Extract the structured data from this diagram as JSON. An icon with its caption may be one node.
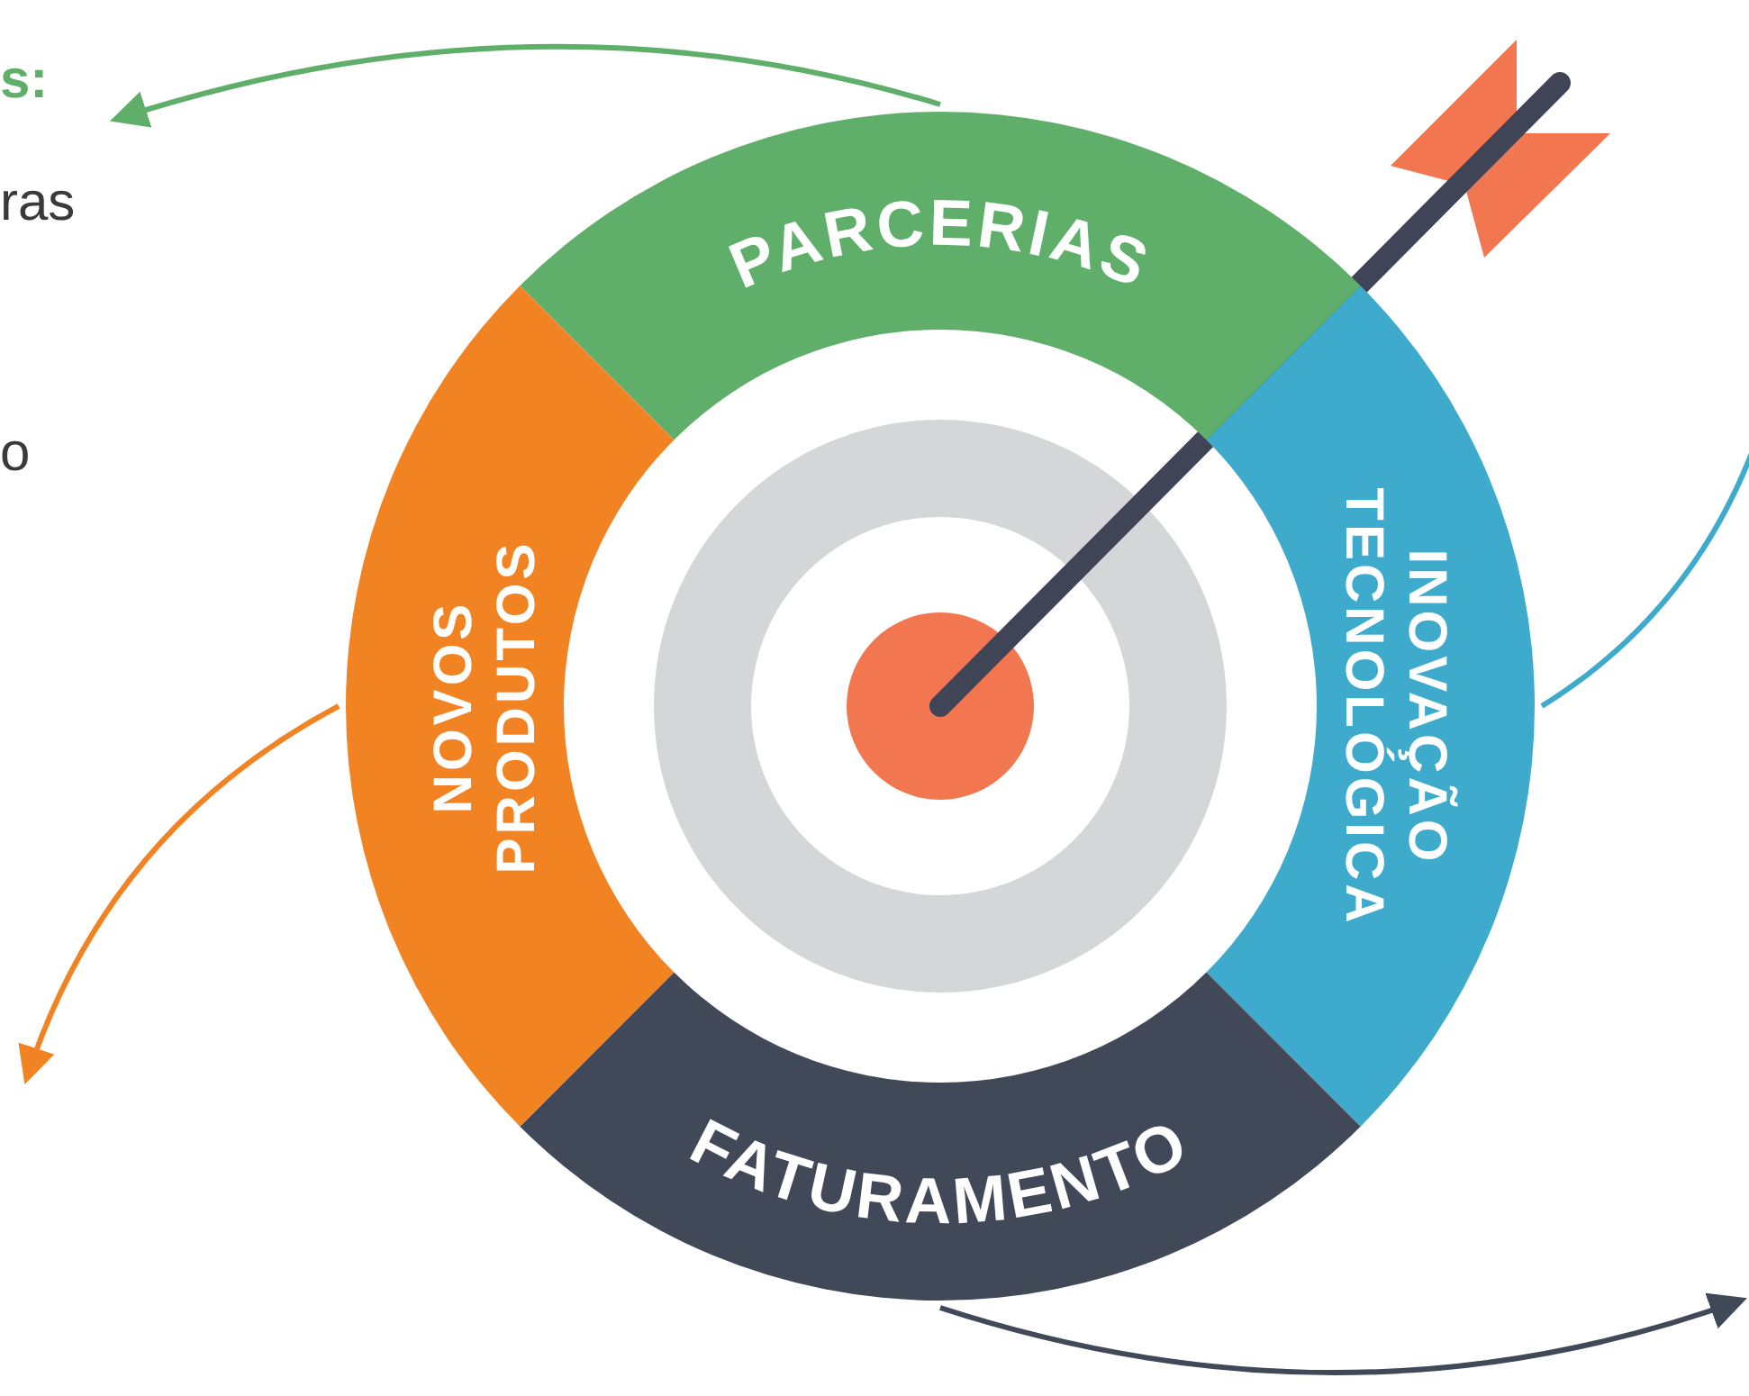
{
  "diagram": {
    "nodes": [
      {
        "text": [
          "PARCERIAS"
        ]
      },
      {
        "text": [
          "INOVAÇÃO TECNOLÓGICA"
        ]
      },
      {
        "text": [
          "FATURAMENTO"
        ]
      },
      {
        "text": [
          "NOVOS PRODUTOS"
        ]
      }
    ],
    "edges": [
      {
        "from": 0,
        "to": null,
        "arrow": "to",
        "color": "#5faf6b"
      },
      {
        "from": 1,
        "to": null,
        "arrow": "none",
        "color": "#3eabcd"
      },
      {
        "from": 2,
        "to": null,
        "arrow": "to",
        "color": "#414858"
      },
      {
        "from": 3,
        "to": null,
        "arrow": "to",
        "color": "#f28322"
      }
    ],
    "labels": [
      "s:",
      "ras",
      "o"
    ]
  }
}
